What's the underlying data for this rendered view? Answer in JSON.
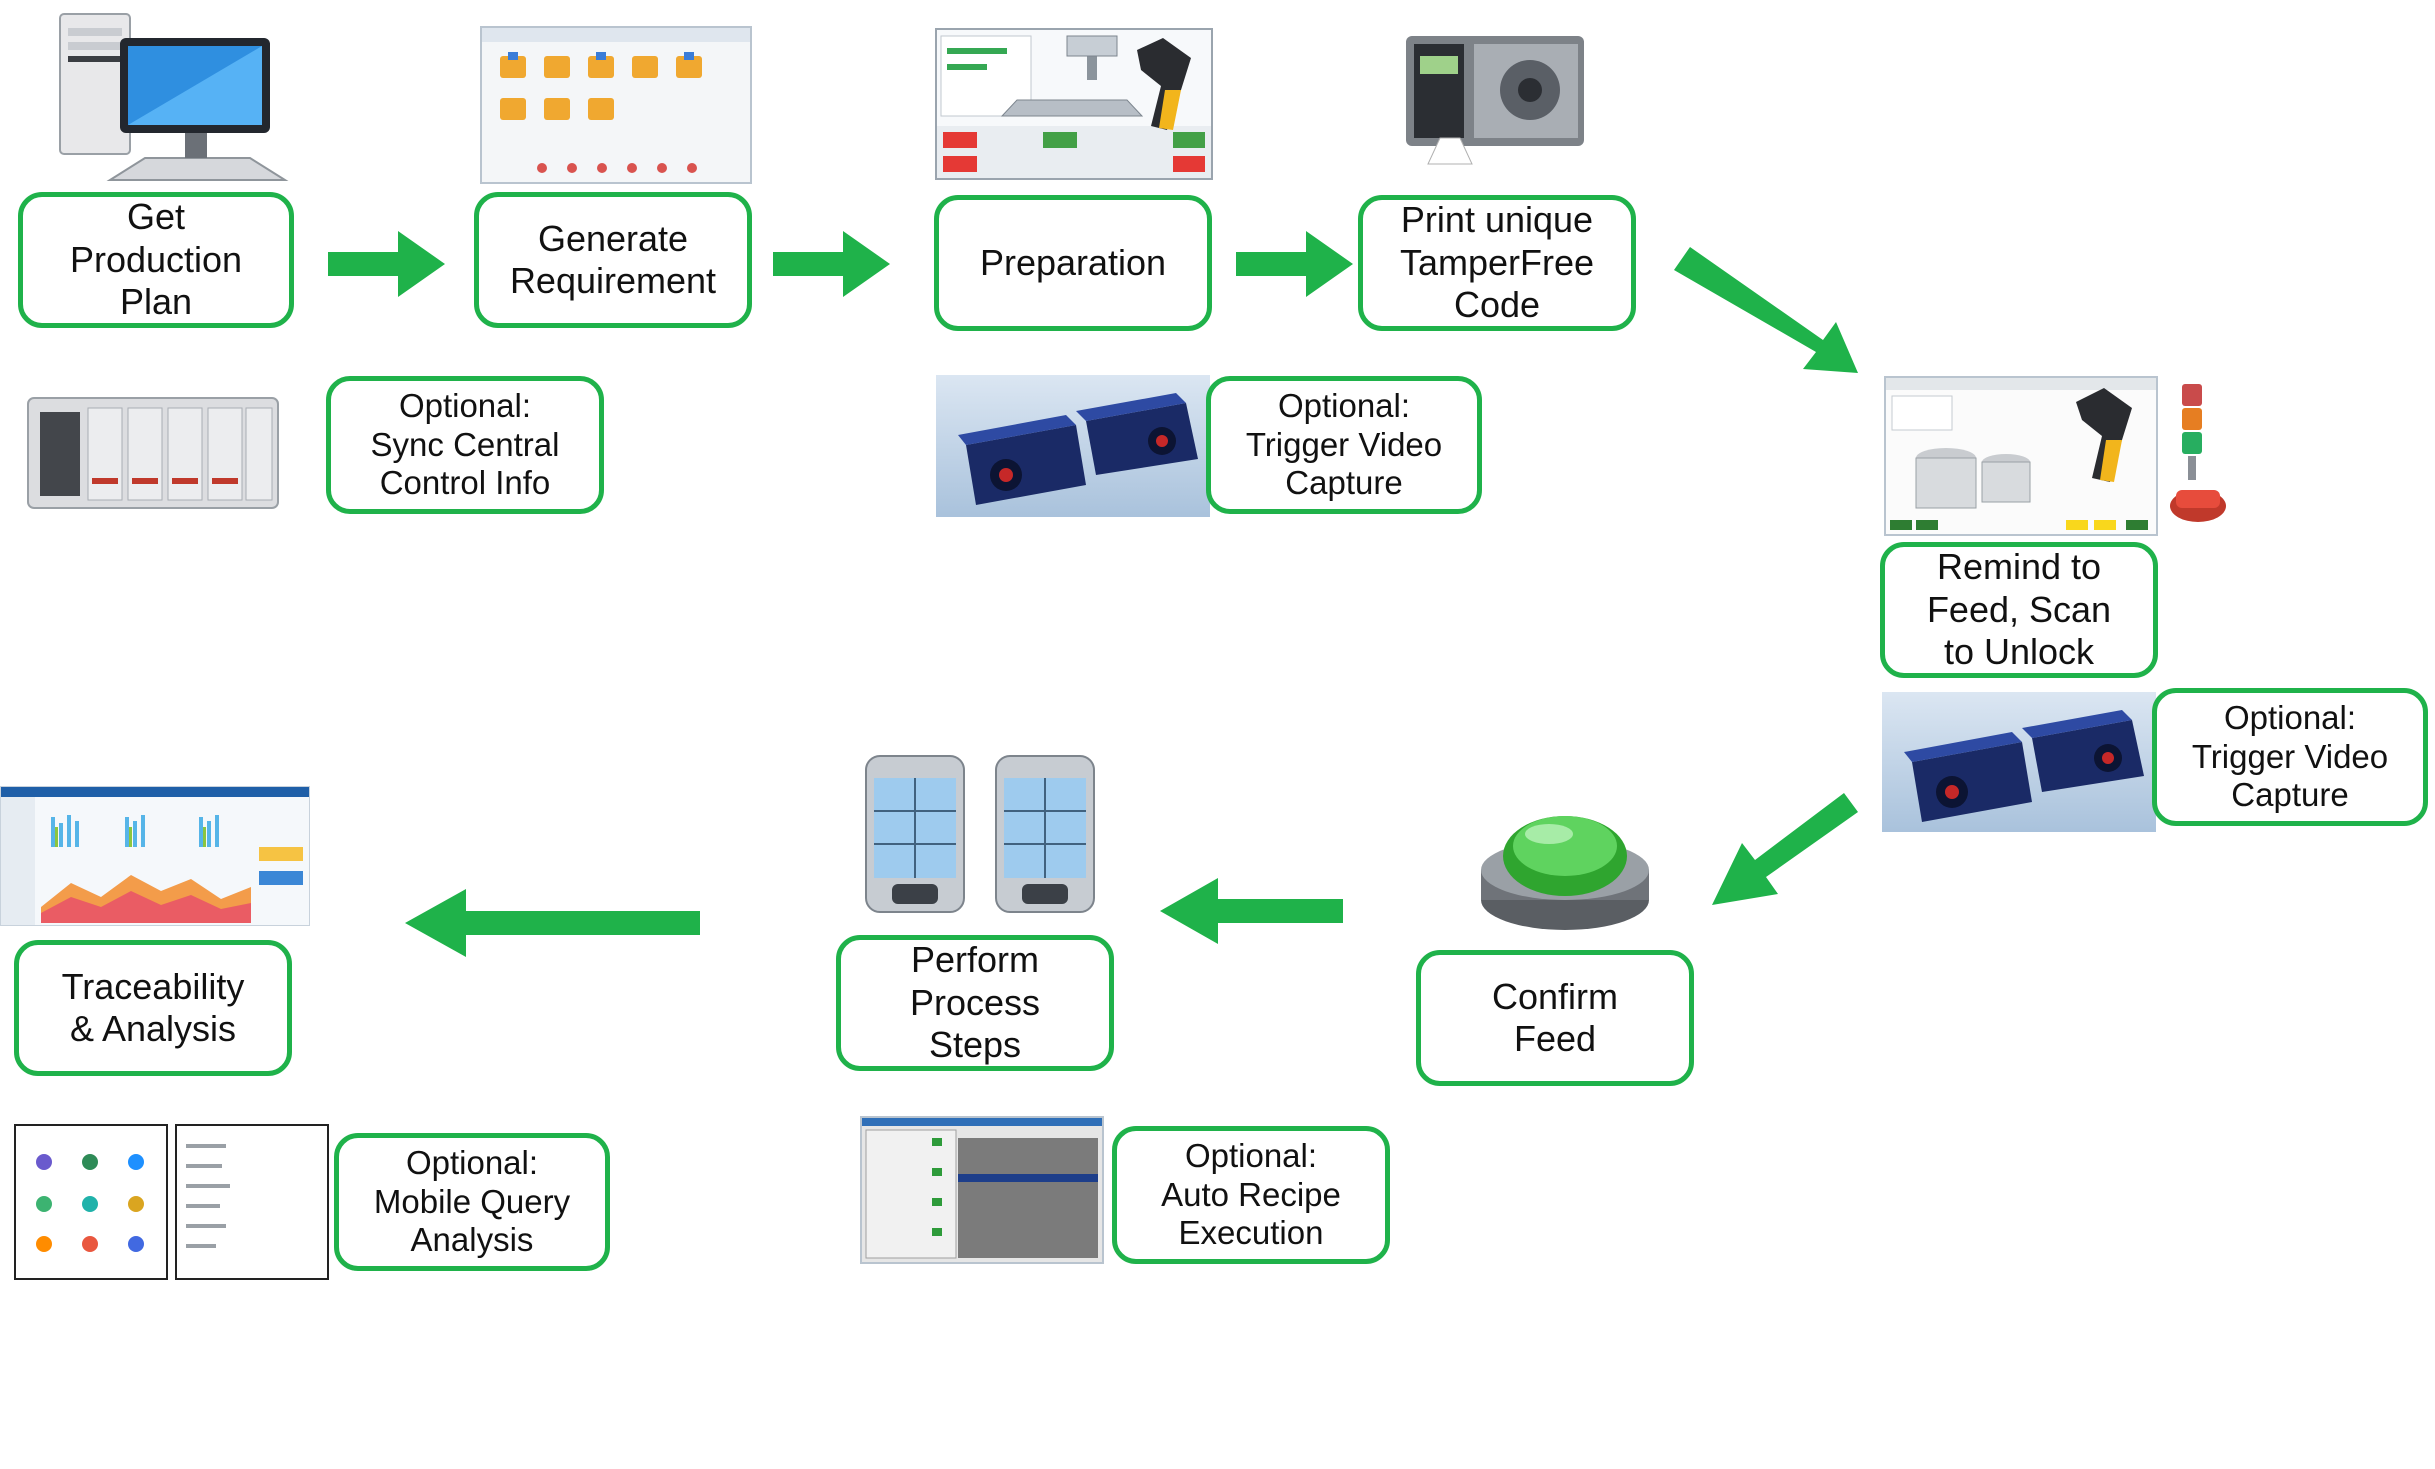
{
  "colors": {
    "accent": "#1fb24a",
    "arrow": "#1fb24a",
    "text": "#111111"
  },
  "steps": {
    "get_plan": "Get\nProduction\nPlan",
    "generate": "Generate\nRequirement",
    "preparation": "Preparation",
    "print_code": "Print unique\nTamperFree\nCode",
    "remind": "Remind to\nFeed, Scan\nto Unlock",
    "confirm": "Confirm\nFeed",
    "perform": "Perform\nProcess\nSteps",
    "trace": "Traceability\n& Analysis"
  },
  "options": {
    "sync": "Optional:\nSync Central\nControl Info",
    "video1": "Optional:\nTrigger Video\nCapture",
    "video2": "Optional:\nTrigger Video\nCapture",
    "recipe": "Optional:\nAuto Recipe\nExecution",
    "mobile": "Optional:\nMobile Query\nAnalysis"
  },
  "icons": [
    "desktop-computer-icon",
    "software-screen-icon",
    "scale-scanner-icon",
    "label-printer-icon",
    "plc-controller-icon",
    "camera-icon",
    "tank-scanner-screen-icon",
    "signal-tower-icon",
    "green-button-icon",
    "process-tanks-icon",
    "dashboard-icon",
    "recipe-screen-icon",
    "mobile-screens-icon"
  ]
}
